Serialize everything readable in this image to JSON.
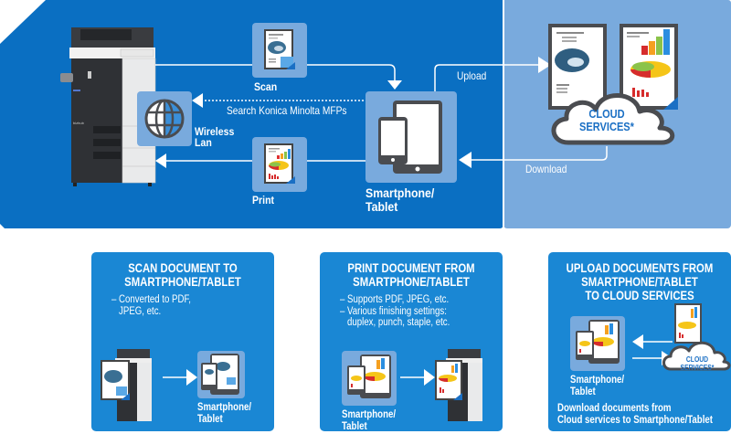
{
  "diagram": {
    "top_panel": {
      "devices": {
        "mfp_label": "",
        "smartphone_tablet_label": [
          "Smartphone/",
          "Tablet"
        ],
        "cloud_label": [
          "CLOUD",
          "SERVICES*"
        ]
      },
      "flows": {
        "scan_label": "Scan",
        "print_label": "Print",
        "search_label": "Search Konica Minolta MFPs",
        "wireless_label": [
          "Wireless",
          "Lan"
        ],
        "upload_label": "Upload",
        "download_label": "Download"
      }
    },
    "cards": [
      {
        "title": [
          "SCAN DOCUMENT TO",
          "SMARTPHONE/TABLET"
        ],
        "bullets": [
          "– Converted to PDF,",
          "   JPEG, etc."
        ],
        "device_label": [
          "Smartphone/",
          "Tablet"
        ]
      },
      {
        "title": [
          "PRINT DOCUMENT FROM",
          "SMARTPHONE/TABLET"
        ],
        "bullets": [
          "– Supports PDF, JPEG, etc.",
          "– Various finishing settings:",
          "   duplex, punch, staple, etc."
        ],
        "device_label": [
          "Smartphone/",
          "Tablet"
        ]
      },
      {
        "title": [
          "UPLOAD DOCUMENTS FROM",
          "SMARTPHONE/TABLET",
          "TO CLOUD SERVICES"
        ],
        "device_label": [
          "Smartphone/",
          "Tablet"
        ],
        "cloud_label": [
          "CLOUD",
          "SERVICES*"
        ],
        "footer": [
          "Download documents from",
          "Cloud services to Smartphone/Tablet"
        ]
      }
    ],
    "colors": {
      "dark_blue": "#0a6fc2",
      "light_blue": "#79aadd",
      "card_blue": "#1a87d4",
      "cloud_text": "#1a6fc4"
    }
  }
}
